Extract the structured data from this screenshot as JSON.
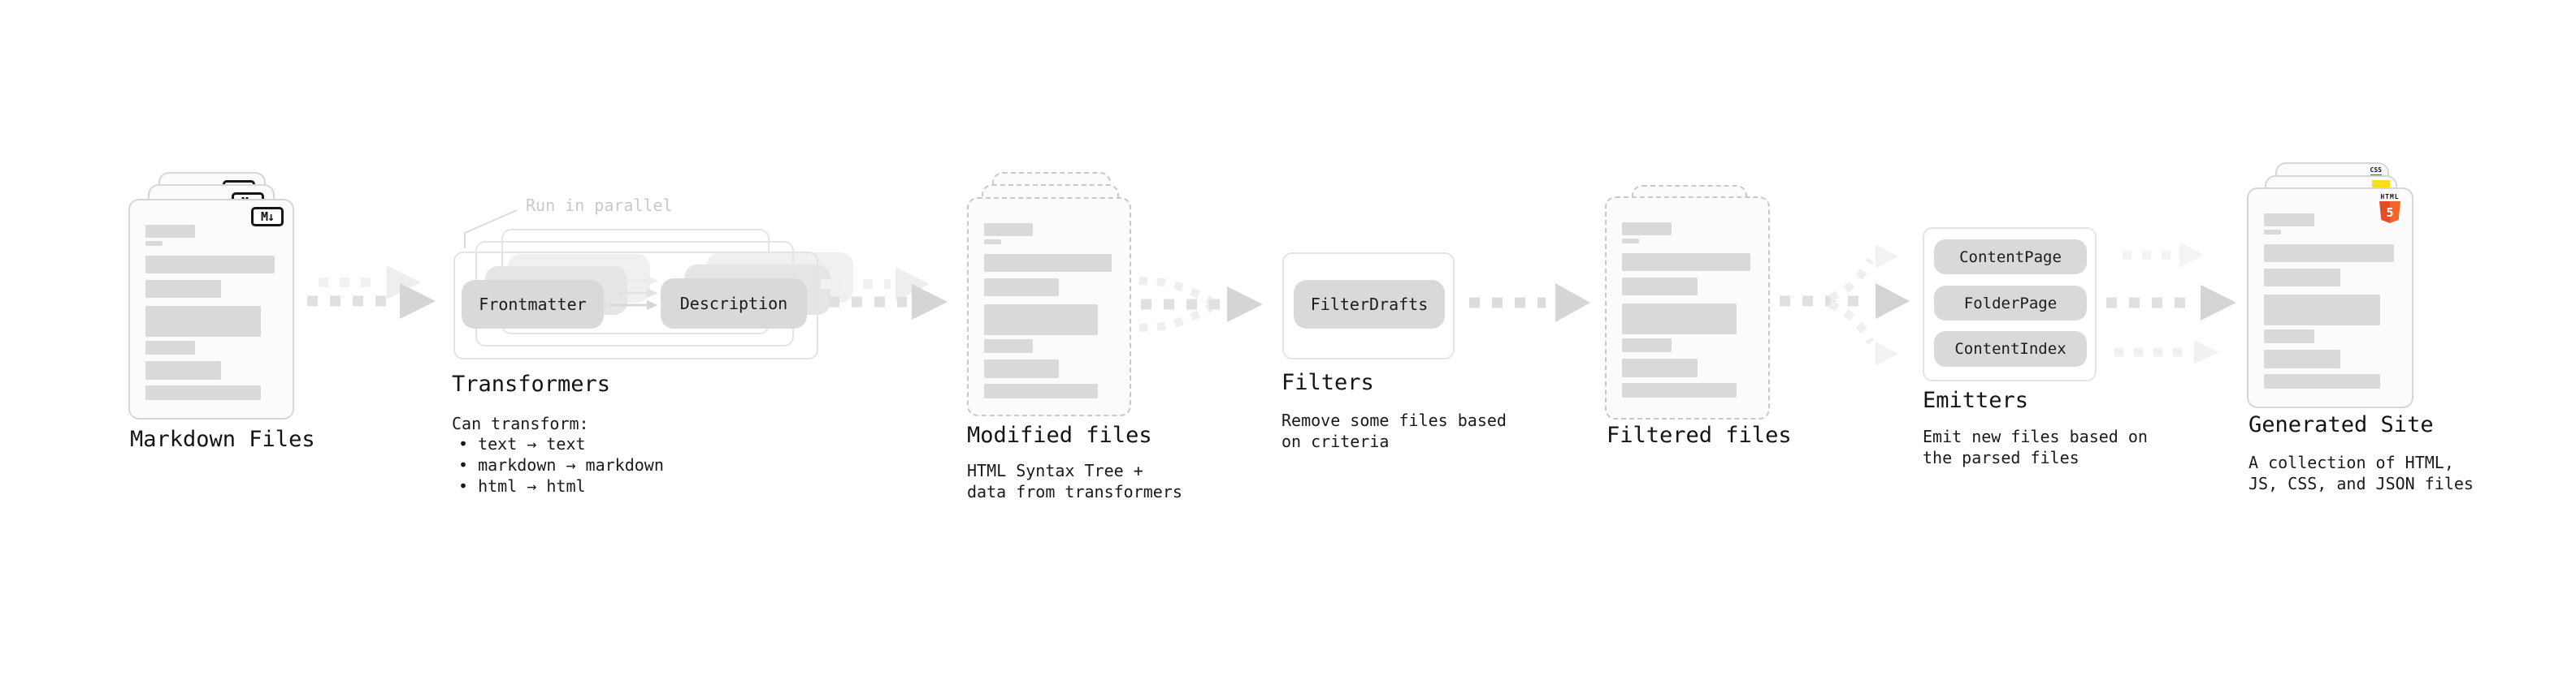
{
  "stages": {
    "markdown": {
      "title": "Markdown Files"
    },
    "transformers": {
      "title": "Transformers",
      "note": "Run in parallel",
      "caption": "Can transform:",
      "bullets": [
        "• text → text",
        "• markdown → markdown",
        "• html → html"
      ],
      "pills": {
        "frontmatter": "Frontmatter",
        "description": "Description"
      }
    },
    "modified": {
      "title": "Modified files",
      "caption_lines": [
        "HTML Syntax Tree +",
        "data from transformers"
      ]
    },
    "filters": {
      "title": "Filters",
      "caption_lines": [
        "Remove some files based",
        "on criteria"
      ],
      "pill": "FilterDrafts"
    },
    "filtered": {
      "title": "Filtered files"
    },
    "emitters": {
      "title": "Emitters",
      "caption_lines": [
        "Emit new files based on",
        "the parsed files"
      ],
      "pills": [
        "ContentPage",
        "FolderPage",
        "ContentIndex"
      ]
    },
    "generated": {
      "title": "Generated Site",
      "caption_lines": [
        "A collection of HTML,",
        "JS, CSS, and JSON files"
      ],
      "badges": {
        "html_label": "HTML",
        "html_number": "5",
        "css_label": "CSS"
      }
    }
  },
  "icons": {
    "markdown_badge": "M↓"
  },
  "colors": {
    "skeleton_gray": "#d9d9d9",
    "faded_text": "#c9c9c9",
    "html5_orange": "#e44d26",
    "html5_orange_light": "#f16529",
    "js_yellow": "#f7df1e",
    "css_blue": "#2a65f0"
  }
}
